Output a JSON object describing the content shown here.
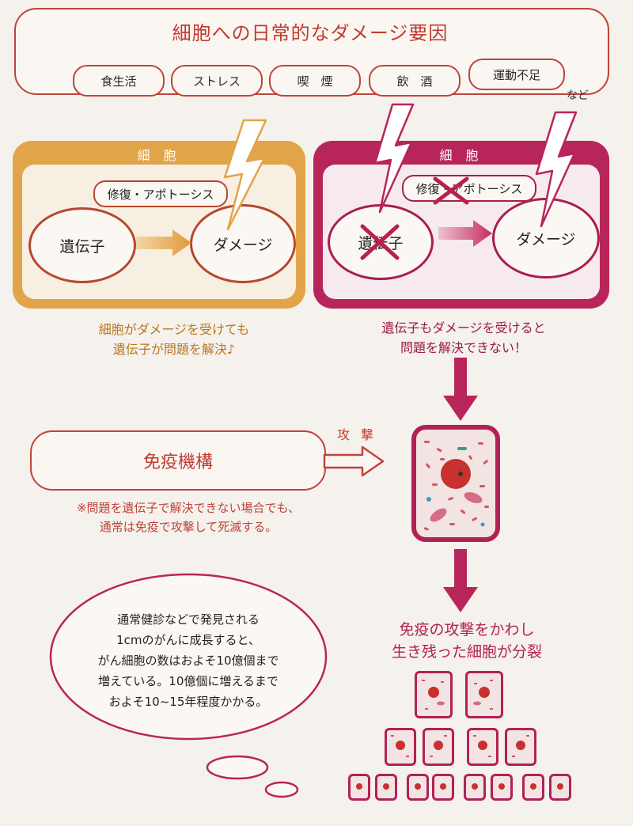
{
  "factors": {
    "title": "細胞への日常的なダメージ要因",
    "items": [
      "食生活",
      "ストレス",
      "喫　煙",
      "飲　酒",
      "運動不足"
    ],
    "suffix": "など"
  },
  "left_cell": {
    "label": "細 胞",
    "repair": "修復・アポトーシス",
    "gene": "遺伝子",
    "damage": "ダメージ",
    "caption": [
      "細胞がダメージを受けても",
      "遺伝子が問題を解決♪"
    ]
  },
  "right_cell": {
    "label": "細 胞",
    "repair": "修復・アポトーシス",
    "gene": "遺伝子",
    "damage": "ダメージ",
    "caption": [
      "遺伝子もダメージを受けると",
      "問題を解決できない！"
    ]
  },
  "immune": {
    "title": "免疫機構",
    "attack": "攻撃",
    "note": [
      "※問題を遺伝子で解決できない場合でも、",
      "通常は免疫で攻撃して死滅する。"
    ]
  },
  "survive_caption": [
    "免疫の攻撃をかわし",
    "生き残った細胞が分裂"
  ],
  "thought": [
    "通常健診などで発見される",
    "1cmのがんに成長すると、",
    "がん細胞の数はおよそ10億個まで",
    "増えている。10億個に増えるまで",
    "およそ10~15年程度かかる。"
  ],
  "colors": {
    "orange": "#e2a448",
    "magenta": "#b8255a",
    "red_text": "#c23a2e"
  }
}
